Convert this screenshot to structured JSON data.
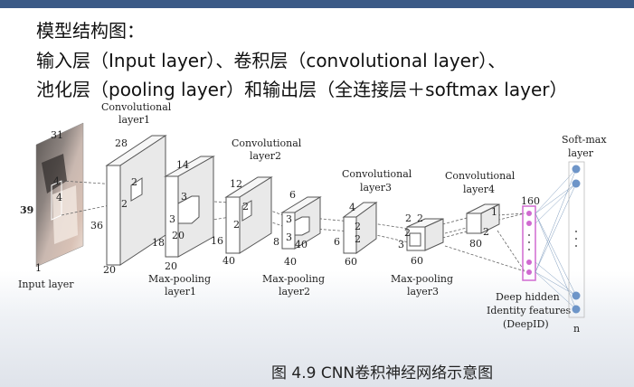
{
  "heading": {
    "line1": "模型结构图：",
    "line2": "输入层（Input layer）、卷积层（convolutional layer）、",
    "line3": "池化层（pooling layer）和输出层（全连接层＋softmax layer）"
  },
  "input": {
    "label": "Input layer",
    "dim_top": "31",
    "dim_left": "39",
    "dim_bottom": "1",
    "kernel_a": "4",
    "kernel_b": "4"
  },
  "conv1": {
    "title_line1": "Convolutional",
    "title_line2": "layer1",
    "dim_top": "28",
    "dim_left": "36",
    "dim_bottom": "20",
    "kernel_a": "2",
    "kernel_b": "2"
  },
  "pool1": {
    "title_line1": "Max-pooling",
    "title_line2": "layer1",
    "dim_top": "14",
    "dim_left": "18",
    "dim_bottom": "20",
    "kernel_a": "3",
    "kernel_b": "3",
    "kernel_c": "20"
  },
  "conv2": {
    "title_line1": "Convolutional",
    "title_line2": "layer2",
    "dim_top": "12",
    "dim_left": "16",
    "dim_bottom": "40",
    "kernel_a": "2",
    "kernel_b": "2"
  },
  "pool2": {
    "title_line1": "Max-pooling",
    "title_line2": "layer2",
    "dim_top": "6",
    "dim_left": "8",
    "dim_bottom": "40",
    "kernel_a": "3",
    "kernel_b": "3",
    "kernel_c": "40"
  },
  "conv3": {
    "title_line1": "Convolutional",
    "title_line2": "layer3",
    "dim_top": "4",
    "dim_left": "6",
    "dim_bottom": "60",
    "kernel_a": "2",
    "kernel_b": "2"
  },
  "pool3": {
    "title_line1": "Max-pooling",
    "title_line2": "layer3",
    "dim_top": "2",
    "dim_left": "3",
    "dim_bottom": "60",
    "kernel_a": "2",
    "kernel_b": "2"
  },
  "conv4": {
    "title_line1": "Convolutional",
    "title_line2": "layer4",
    "dim_top": "1",
    "dim_left": "2",
    "dim_bottom": "80"
  },
  "deepid": {
    "count": "160",
    "line1": "Deep hidden",
    "line2": "Identity features",
    "line3": "(DeepID)",
    "color": "#d06ad0"
  },
  "softmax": {
    "title_line1": "Soft-max",
    "title_line2": "layer",
    "n_label": "n",
    "node_color": "#6e95c8"
  },
  "caption": "图 4.9 CNN卷积神经网络示意图"
}
